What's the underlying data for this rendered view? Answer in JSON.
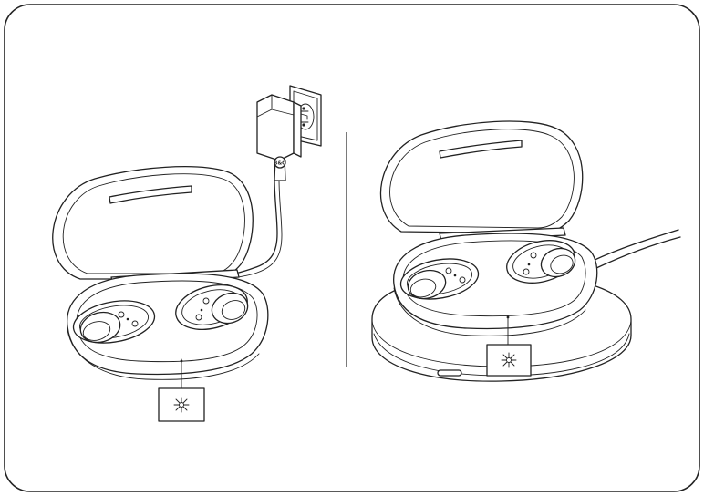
{
  "figure": {
    "frame_stroke": "#222222",
    "line_color": "#222222",
    "background": "#ffffff",
    "panels": [
      {
        "id": "wall-charging",
        "icons": [
          "power-adapter-icon",
          "wall-outlet-icon",
          "usb-cable-icon",
          "charging-case-icon",
          "earbud-icon",
          "led-indicator-icon"
        ]
      },
      {
        "id": "wireless-charging",
        "icons": [
          "wireless-charging-pad-icon",
          "charging-case-icon",
          "earbud-icon",
          "led-indicator-icon",
          "pad-cable-icon"
        ]
      }
    ],
    "adapter_logo": "B&O"
  }
}
